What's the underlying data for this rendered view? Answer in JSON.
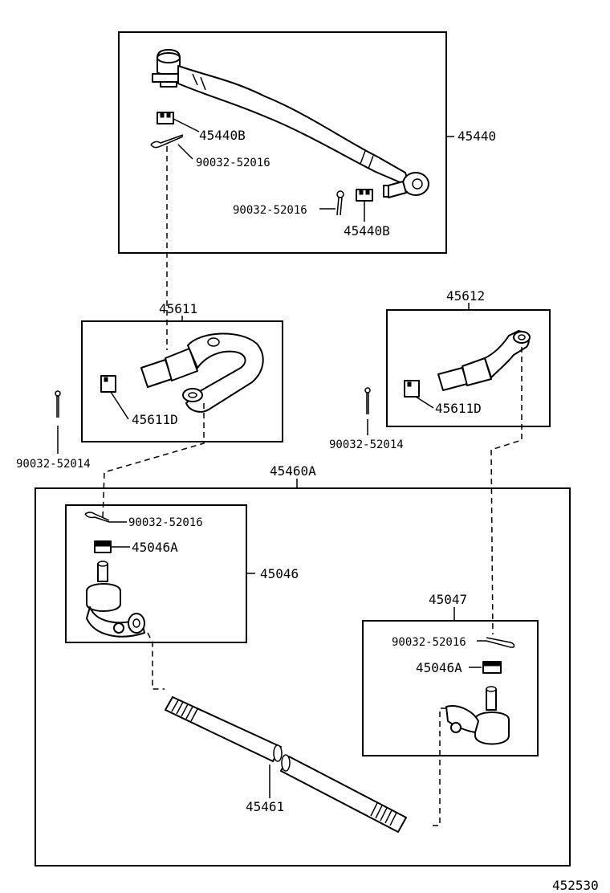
{
  "labels": {
    "drag_link_assy": "45440",
    "drag_link_nut_top": "45440B",
    "drag_link_nut_bottom": "45440B",
    "cotter_top_left": "90032-52016",
    "cotter_top_right": "90032-52016",
    "knuckle_arm_left": "45611",
    "knuckle_arm_left_nut": "45611D",
    "cotter_left_mid": "90032-52014",
    "knuckle_arm_right": "45612",
    "knuckle_arm_right_nut": "45611D",
    "cotter_right_mid": "90032-52014",
    "tie_rod_assy": "45460A",
    "tie_rod_end_left": "45046",
    "tie_rod_end_left_cotter": "90032-52016",
    "tie_rod_end_left_nut": "45046A",
    "tie_rod_end_right": "45047",
    "tie_rod_end_right_cotter": "90032-52016",
    "tie_rod_end_right_nut": "45046A",
    "tie_rod_tube": "45461",
    "figure_number": "452530"
  }
}
